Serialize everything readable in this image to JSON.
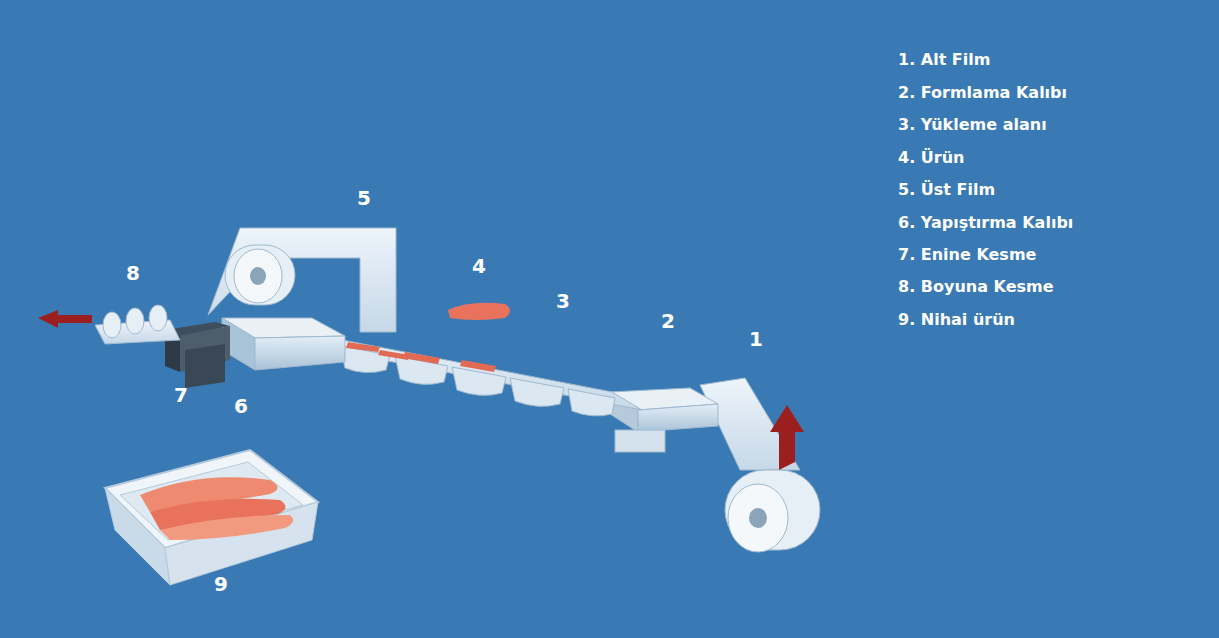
{
  "diagram": {
    "labels": [
      "8",
      "5",
      "4",
      "3",
      "2",
      "1",
      "7",
      "6",
      "9",
      "1. Alt Film",
      "2. Formlama Kalıbı",
      "3. Yükleme alanı",
      "4. Ürün",
      "5. Üst Film",
      "6. Yapıştırma Kalıbı",
      "7. Enine Kesme",
      "8. Boyuna Kesme",
      "9. Nihai ürün"
    ]
  }
}
